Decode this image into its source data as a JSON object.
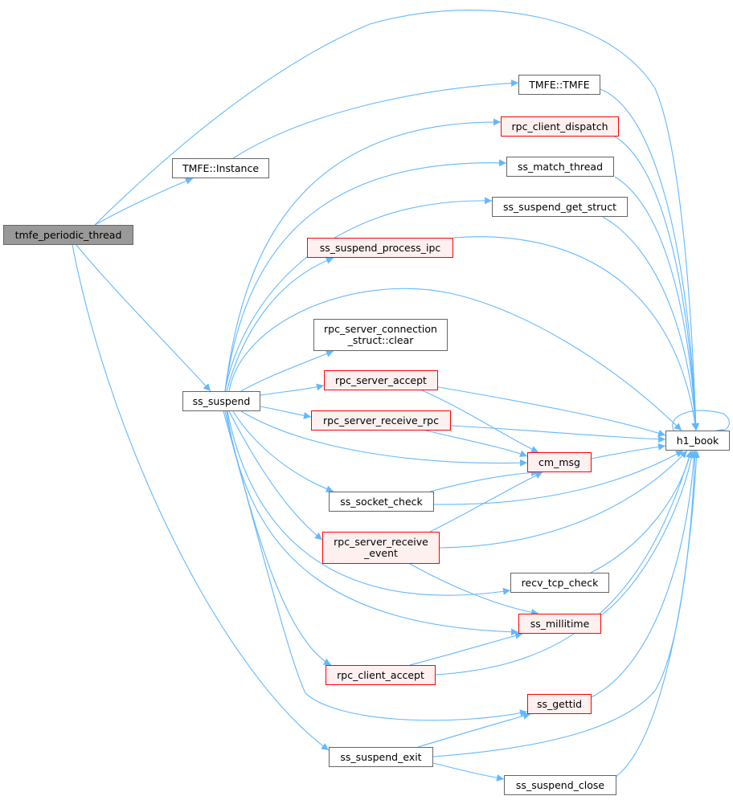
{
  "graph": {
    "nodes": [
      {
        "id": "root",
        "label": "tmfe_periodic_thread",
        "style": "root"
      },
      {
        "id": "instance",
        "label": "TMFE::Instance",
        "style": "normal"
      },
      {
        "id": "tmfe",
        "label": "TMFE::TMFE",
        "style": "normal"
      },
      {
        "id": "rcdispatch",
        "label": "rpc_client_dispatch",
        "style": "red"
      },
      {
        "id": "matchthread",
        "label": "ss_match_thread",
        "style": "normal"
      },
      {
        "id": "getstruct",
        "label": "ss_suspend_get_struct",
        "style": "normal"
      },
      {
        "id": "processipc",
        "label": "ss_suspend_process_ipc",
        "style": "red"
      },
      {
        "id": "clear",
        "label": "rpc_server_connection\n_struct::clear",
        "style": "normal"
      },
      {
        "id": "suspend",
        "label": "ss_suspend",
        "style": "normal"
      },
      {
        "id": "accept",
        "label": "rpc_server_accept",
        "style": "red"
      },
      {
        "id": "recvrpc",
        "label": "rpc_server_receive_rpc",
        "style": "red"
      },
      {
        "id": "cmmsg",
        "label": "cm_msg",
        "style": "red"
      },
      {
        "id": "h1book",
        "label": "h1_book",
        "style": "normal"
      },
      {
        "id": "socketcheck",
        "label": "ss_socket_check",
        "style": "normal"
      },
      {
        "id": "recvevent",
        "label": "rpc_server_receive\n_event",
        "style": "red"
      },
      {
        "id": "recvtcp",
        "label": "recv_tcp_check",
        "style": "normal"
      },
      {
        "id": "millitime",
        "label": "ss_millitime",
        "style": "red"
      },
      {
        "id": "rcaccept",
        "label": "rpc_client_accept",
        "style": "red"
      },
      {
        "id": "gettid",
        "label": "ss_gettid",
        "style": "red"
      },
      {
        "id": "suspendexit",
        "label": "ss_suspend_exit",
        "style": "normal"
      },
      {
        "id": "suspendclose",
        "label": "ss_suspend_close",
        "style": "normal"
      }
    ],
    "edges": [
      [
        "root",
        "instance"
      ],
      [
        "root",
        "suspend"
      ],
      [
        "root",
        "suspendexit"
      ],
      [
        "root",
        "h1book"
      ],
      [
        "instance",
        "tmfe"
      ],
      [
        "tmfe",
        "h1book"
      ],
      [
        "rcdispatch",
        "h1book"
      ],
      [
        "matchthread",
        "h1book"
      ],
      [
        "getstruct",
        "h1book"
      ],
      [
        "processipc",
        "h1book"
      ],
      [
        "suspend",
        "rcdispatch"
      ],
      [
        "suspend",
        "matchthread"
      ],
      [
        "suspend",
        "getstruct"
      ],
      [
        "suspend",
        "processipc"
      ],
      [
        "suspend",
        "clear"
      ],
      [
        "suspend",
        "accept"
      ],
      [
        "suspend",
        "recvrpc"
      ],
      [
        "suspend",
        "cmmsg"
      ],
      [
        "suspend",
        "h1book"
      ],
      [
        "suspend",
        "socketcheck"
      ],
      [
        "suspend",
        "recvevent"
      ],
      [
        "suspend",
        "recvtcp"
      ],
      [
        "suspend",
        "millitime"
      ],
      [
        "suspend",
        "rcaccept"
      ],
      [
        "suspend",
        "gettid"
      ],
      [
        "accept",
        "cmmsg"
      ],
      [
        "accept",
        "h1book"
      ],
      [
        "recvrpc",
        "cmmsg"
      ],
      [
        "recvrpc",
        "h1book"
      ],
      [
        "cmmsg",
        "h1book"
      ],
      [
        "socketcheck",
        "cmmsg"
      ],
      [
        "socketcheck",
        "h1book"
      ],
      [
        "recvevent",
        "cmmsg"
      ],
      [
        "recvevent",
        "millitime"
      ],
      [
        "recvevent",
        "h1book"
      ],
      [
        "recvtcp",
        "h1book"
      ],
      [
        "millitime",
        "h1book"
      ],
      [
        "rcaccept",
        "millitime"
      ],
      [
        "rcaccept",
        "h1book"
      ],
      [
        "gettid",
        "h1book"
      ],
      [
        "suspendexit",
        "gettid"
      ],
      [
        "suspendexit",
        "h1book"
      ],
      [
        "suspendexit",
        "suspendclose"
      ],
      [
        "suspendclose",
        "h1book"
      ],
      [
        "h1book",
        "h1book"
      ]
    ],
    "colors": {
      "edge": "#63b8ff",
      "node_border": "#666666",
      "red_border": "#ff0000",
      "red_fill": "#fff0f0",
      "root_fill": "#999999"
    }
  }
}
